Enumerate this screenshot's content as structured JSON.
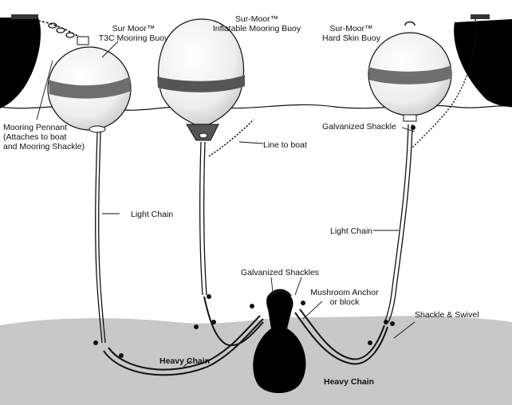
{
  "labels": {
    "t3c_buoy": "Sur Moor™\nT3C Mooring Buoy",
    "inflatable_buoy": "Sur-Moor™\nInflatable Mooring Buoy",
    "hard_skin_buoy": "Sur-Moor™\nHard Skin Buoy",
    "mooring_pennant": "Mooring Pennant\n(Attaches to boat\nand Mooring Shackle)",
    "line_to_boat": "Line to boat",
    "galvanized_shackle": "Galvanized Shackle",
    "light_chain_left": "Light Chain",
    "light_chain_right": "Light Chain",
    "galvanized_shackles": "Galvanized Shackles",
    "mushroom_anchor": "Mushroom Anchor\nor block",
    "shackle_swivel": "Shackle & Swivel",
    "heavy_chain_left": "Heavy Chain",
    "heavy_chain_right": "Heavy Chain"
  },
  "colors": {
    "seabed": "#c8c8c8",
    "buoy_band": "#6e6e6e",
    "hull": "#000000",
    "anchor": "#000000"
  }
}
